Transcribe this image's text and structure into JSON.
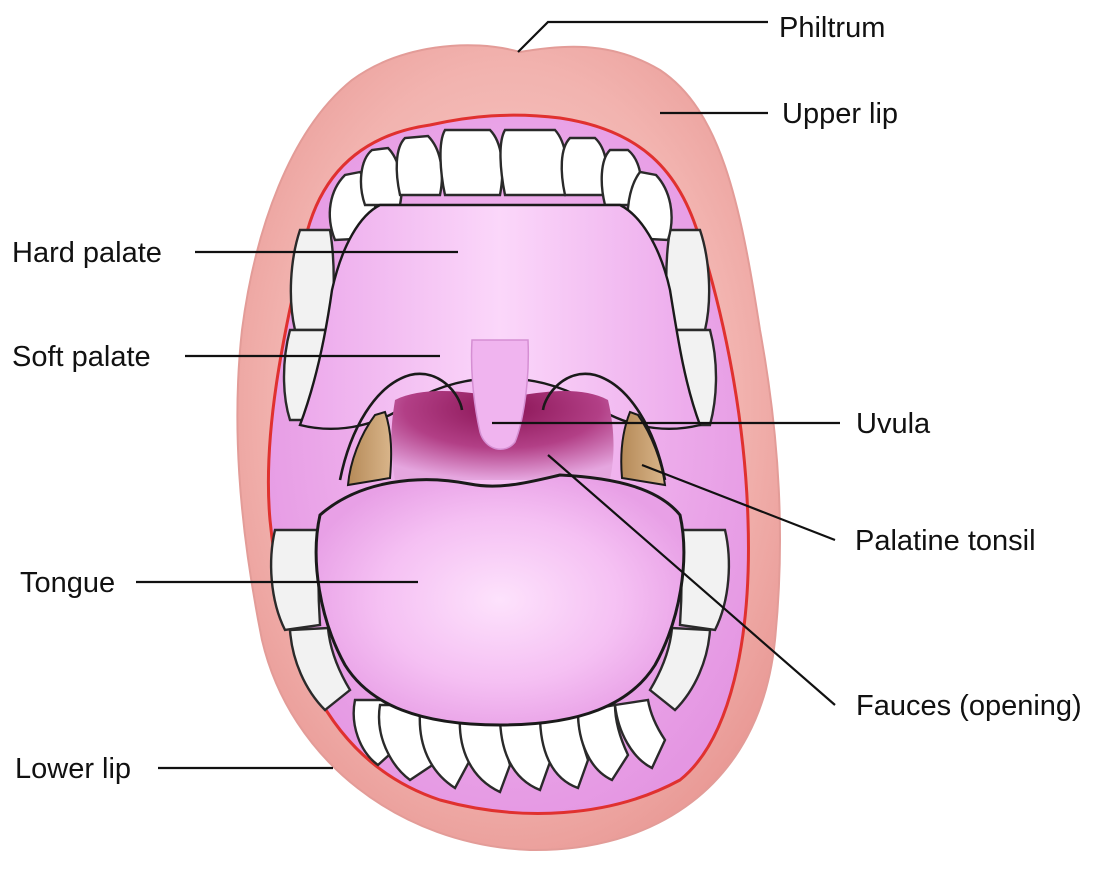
{
  "labels": {
    "philtrum": "Philtrum",
    "upper_lip": "Upper lip",
    "hard_palate": "Hard palate",
    "soft_palate": "Soft palate",
    "uvula": "Uvula",
    "palatine_tonsil": "Palatine tonsil",
    "tongue": "Tongue",
    "fauces": "Fauces (opening)",
    "lower_lip": "Lower lip"
  },
  "colors": {
    "lip": "#efa9a6",
    "lip_highlight": "#f8cfcc",
    "lip_edge": "#e0312f",
    "gum": "#e9a4e6",
    "palate": "#f3b6f2",
    "throat": "#a0246a",
    "tonsil": "#c9a06e",
    "tongue": "#f6c2f4",
    "tooth": "#ffffff",
    "leader": "#111111"
  }
}
